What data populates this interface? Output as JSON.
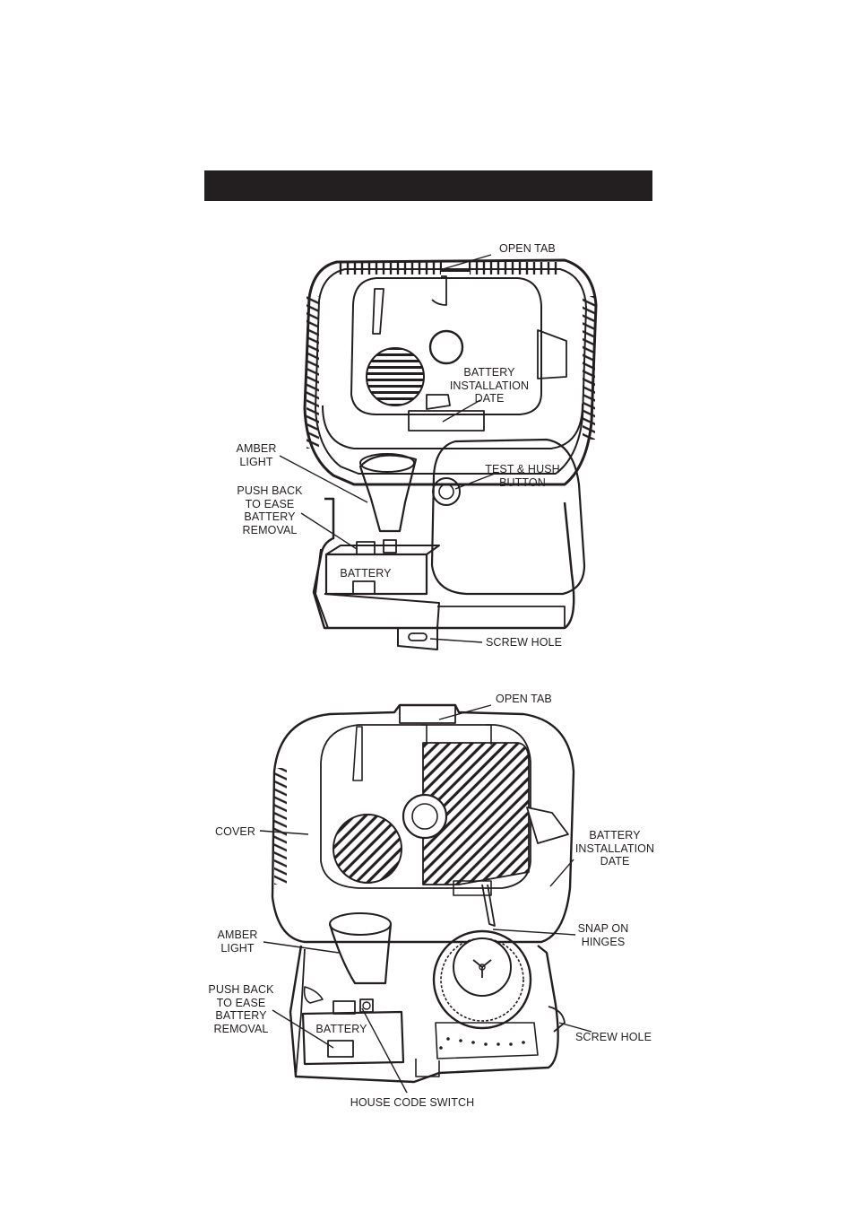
{
  "colors": {
    "ink": "#231f20",
    "paper": "#ffffff"
  },
  "figure1": {
    "open_tab": "OPEN TAB",
    "battery_installation_date": "BATTERY\nINSTALLATION\nDATE",
    "amber_light": "AMBER\nLIGHT",
    "test_hush_button": "TEST & HUSH\nBUTTON",
    "push_back": "PUSH BACK\nTO EASE\nBATTERY\nREMOVAL",
    "battery": "BATTERY",
    "screw_hole": "SCREW HOLE"
  },
  "figure2": {
    "open_tab": "OPEN TAB",
    "cover": "COVER",
    "battery_installation_date": "BATTERY\nINSTALLATION\nDATE",
    "amber_light": "AMBER\nLIGHT",
    "snap_on_hinges": "SNAP ON\nHINGES",
    "push_back": "PUSH BACK\nTO EASE\nBATTERY\nREMOVAL",
    "battery": "BATTERY",
    "screw_hole": "SCREW HOLE",
    "house_code_switch": "HOUSE CODE SWITCH"
  }
}
